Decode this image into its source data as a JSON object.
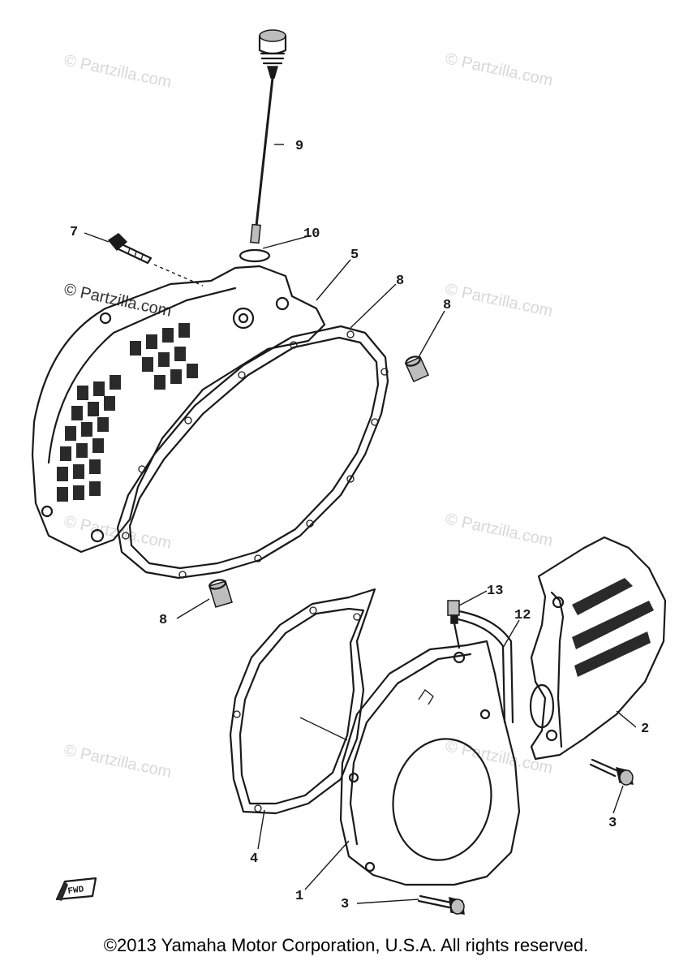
{
  "watermarks": [
    "© Partzilla.com",
    "© Partzilla.com",
    "© Partzilla.com",
    "© Partzilla.com",
    "© Partzilla.com",
    "© Partzilla.com",
    "© Partzilla.com",
    "© Partzilla.com"
  ],
  "callouts": {
    "c1": "1",
    "c2": "2",
    "c3a": "3",
    "c3b": "3",
    "c4": "4",
    "c5": "5",
    "c7": "7",
    "c8a": "8",
    "c8b": "8",
    "c8c": "8",
    "c9": "9",
    "c10": "10",
    "c12": "12",
    "c13": "13"
  },
  "direction_marker": "FWD",
  "copyright": "©2013 Yamaha Motor Corporation, U.S.A. All rights reserved."
}
